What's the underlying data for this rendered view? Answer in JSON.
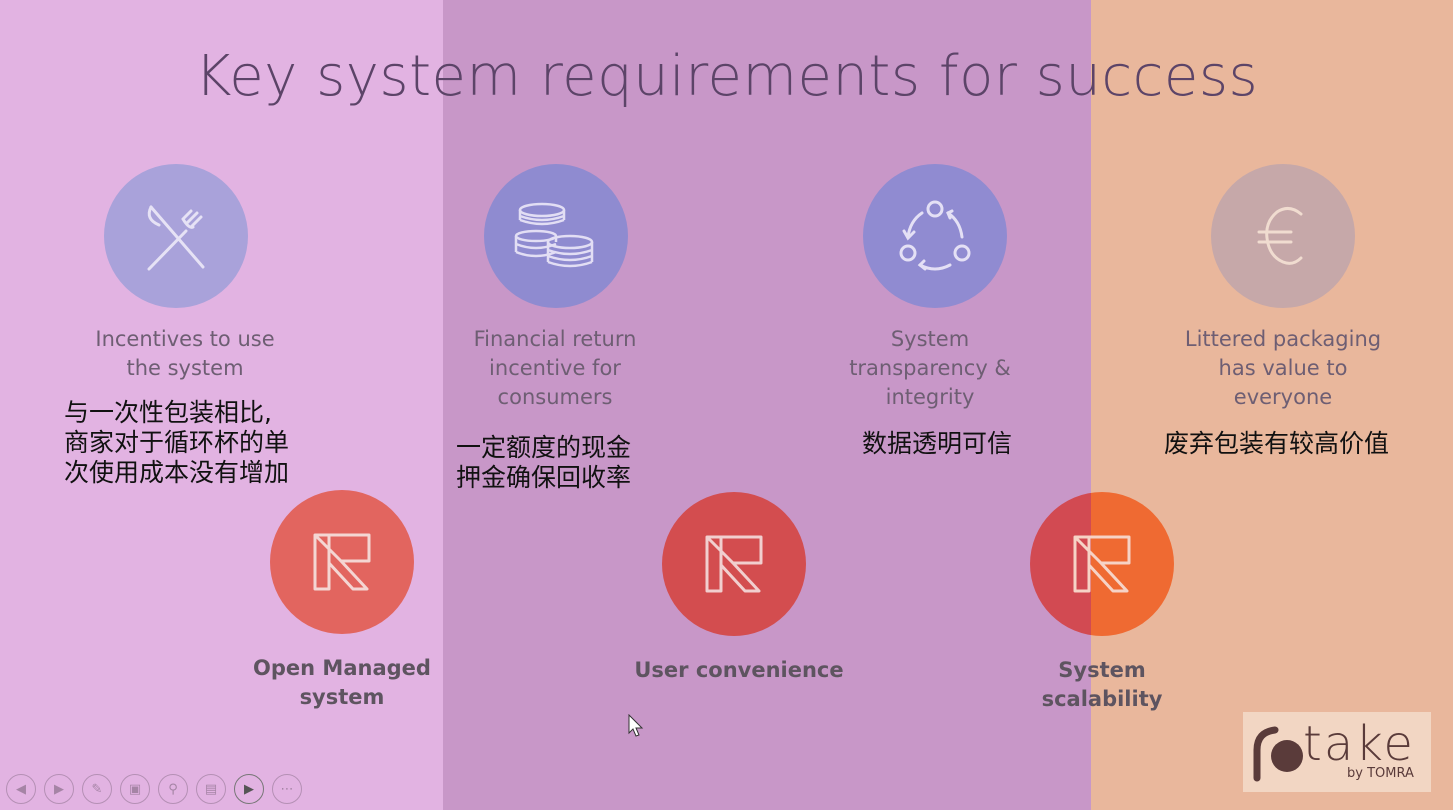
{
  "slide": {
    "title": "Key system requirements for success"
  },
  "top_items": [
    {
      "label_lines": [
        "Incentives to use",
        "the system"
      ],
      "icon": "cutlery-icon",
      "circle_color": "#a6a0d8"
    },
    {
      "label_lines": [
        "Financial return",
        "incentive for",
        "consumers"
      ],
      "icon": "coins-icon",
      "circle_color": "#8d8bcf"
    },
    {
      "label_lines": [
        "System",
        "transparency &",
        "integrity"
      ],
      "icon": "cycle-icon",
      "circle_color": "#8f8ad0"
    },
    {
      "label_lines": [
        "Littered packaging",
        "has value to",
        "everyone"
      ],
      "icon": "euro-icon",
      "circle_color": "#c4a5a7"
    }
  ],
  "bottom_items": [
    {
      "label_lines": [
        "Open Managed",
        "system"
      ],
      "icon": "rotake-r-icon"
    },
    {
      "label_lines": [
        "User convenience"
      ],
      "icon": "rotake-r-icon"
    },
    {
      "label_lines": [
        "System",
        "scalability"
      ],
      "icon": "rotake-r-icon"
    }
  ],
  "annotations": [
    {
      "lines": [
        "与一次性包装相比,",
        "商家对于循环杯的单",
        "次使用成本没有增加"
      ]
    },
    {
      "lines": [
        "一定额度的现金",
        "押金确保回收率"
      ]
    },
    {
      "lines": [
        "数据透明可信"
      ]
    },
    {
      "lines": [
        "废弃包装有较高价值"
      ]
    }
  ],
  "controls": [
    {
      "icon": "previous-icon"
    },
    {
      "icon": "next-icon"
    },
    {
      "icon": "pen-icon"
    },
    {
      "icon": "slides-icon"
    },
    {
      "icon": "zoom-icon"
    },
    {
      "icon": "subtitles-icon"
    },
    {
      "icon": "camera-icon"
    },
    {
      "icon": "more-icon"
    }
  ],
  "logo": {
    "text": "take",
    "subtext": "by TOMRA"
  },
  "colors": {
    "title": "#5c4468",
    "red_circle": "#e0625e",
    "orange_circle": "#ef6a32"
  }
}
